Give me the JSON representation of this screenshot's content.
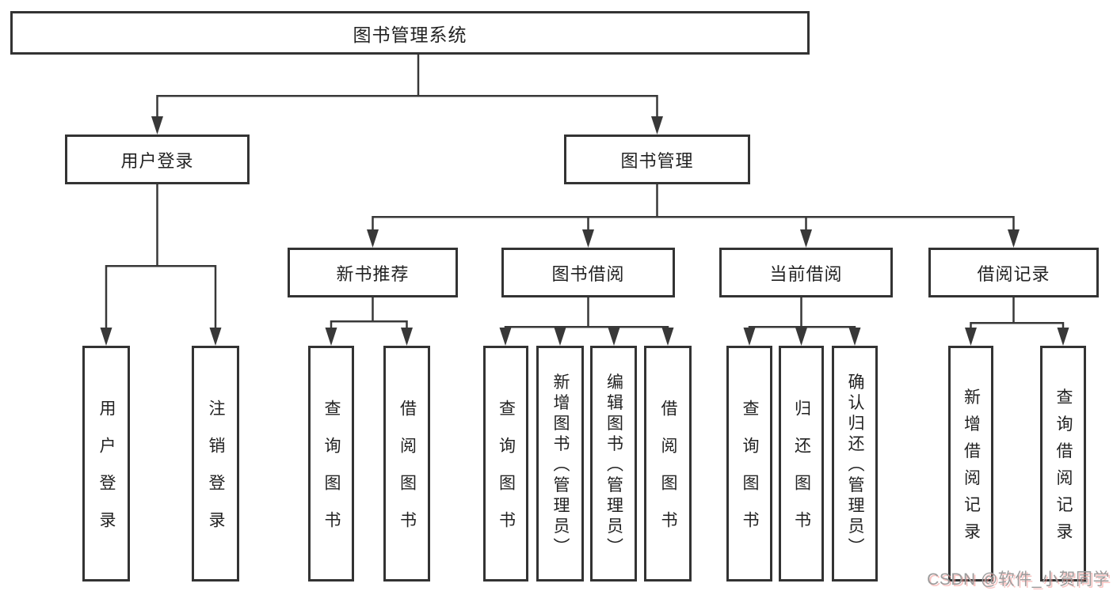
{
  "diagram": {
    "type": "hierarchy-tree",
    "nodes": {
      "root": "图书管理系统",
      "user_login": "用户登录",
      "book_mgmt": "图书管理",
      "new_book_rec": "新书推荐",
      "book_borrow": "图书借阅",
      "current_borrow": "当前借阅",
      "borrow_records": "借阅记录",
      "leaf_user_login": "用户登录",
      "leaf_logout": "注销登录",
      "leaf_nbr_query": "查询图书",
      "leaf_nbr_borrow": "借阅图书",
      "leaf_bb_query": "查询图书",
      "leaf_bb_add": "新增图书（管理员）",
      "leaf_bb_edit": "编辑图书（管理员）",
      "leaf_bb_borrow": "借阅图书",
      "leaf_cb_query": "查询图书",
      "leaf_cb_return": "归还图书",
      "leaf_cb_confirm": "确认归还（管理员）",
      "leaf_br_add": "新增借阅记录",
      "leaf_br_query": "查询借阅记录"
    },
    "edges": [
      [
        "图书管理系统",
        "用户登录"
      ],
      [
        "图书管理系统",
        "图书管理"
      ],
      [
        "用户登录",
        "用户登录"
      ],
      [
        "用户登录",
        "注销登录"
      ],
      [
        "图书管理",
        "新书推荐"
      ],
      [
        "图书管理",
        "图书借阅"
      ],
      [
        "图书管理",
        "当前借阅"
      ],
      [
        "图书管理",
        "借阅记录"
      ],
      [
        "新书推荐",
        "查询图书"
      ],
      [
        "新书推荐",
        "借阅图书"
      ],
      [
        "图书借阅",
        "查询图书"
      ],
      [
        "图书借阅",
        "新增图书（管理员）"
      ],
      [
        "图书借阅",
        "编辑图书（管理员）"
      ],
      [
        "图书借阅",
        "借阅图书"
      ],
      [
        "当前借阅",
        "查询图书"
      ],
      [
        "当前借阅",
        "归还图书"
      ],
      [
        "当前借阅",
        "确认归还（管理员）"
      ],
      [
        "借阅记录",
        "新增借阅记录"
      ],
      [
        "借阅记录",
        "查询借阅记录"
      ]
    ],
    "colors": {
      "line": "#383838",
      "box_border": "#333333",
      "box_fill": "#ffffff",
      "text": "#222222",
      "watermark_gray": "#9c9c9c",
      "watermark_pink": "#f49692",
      "background": "#ffffff"
    }
  },
  "watermark": "CSDN @软件_小贺同学"
}
